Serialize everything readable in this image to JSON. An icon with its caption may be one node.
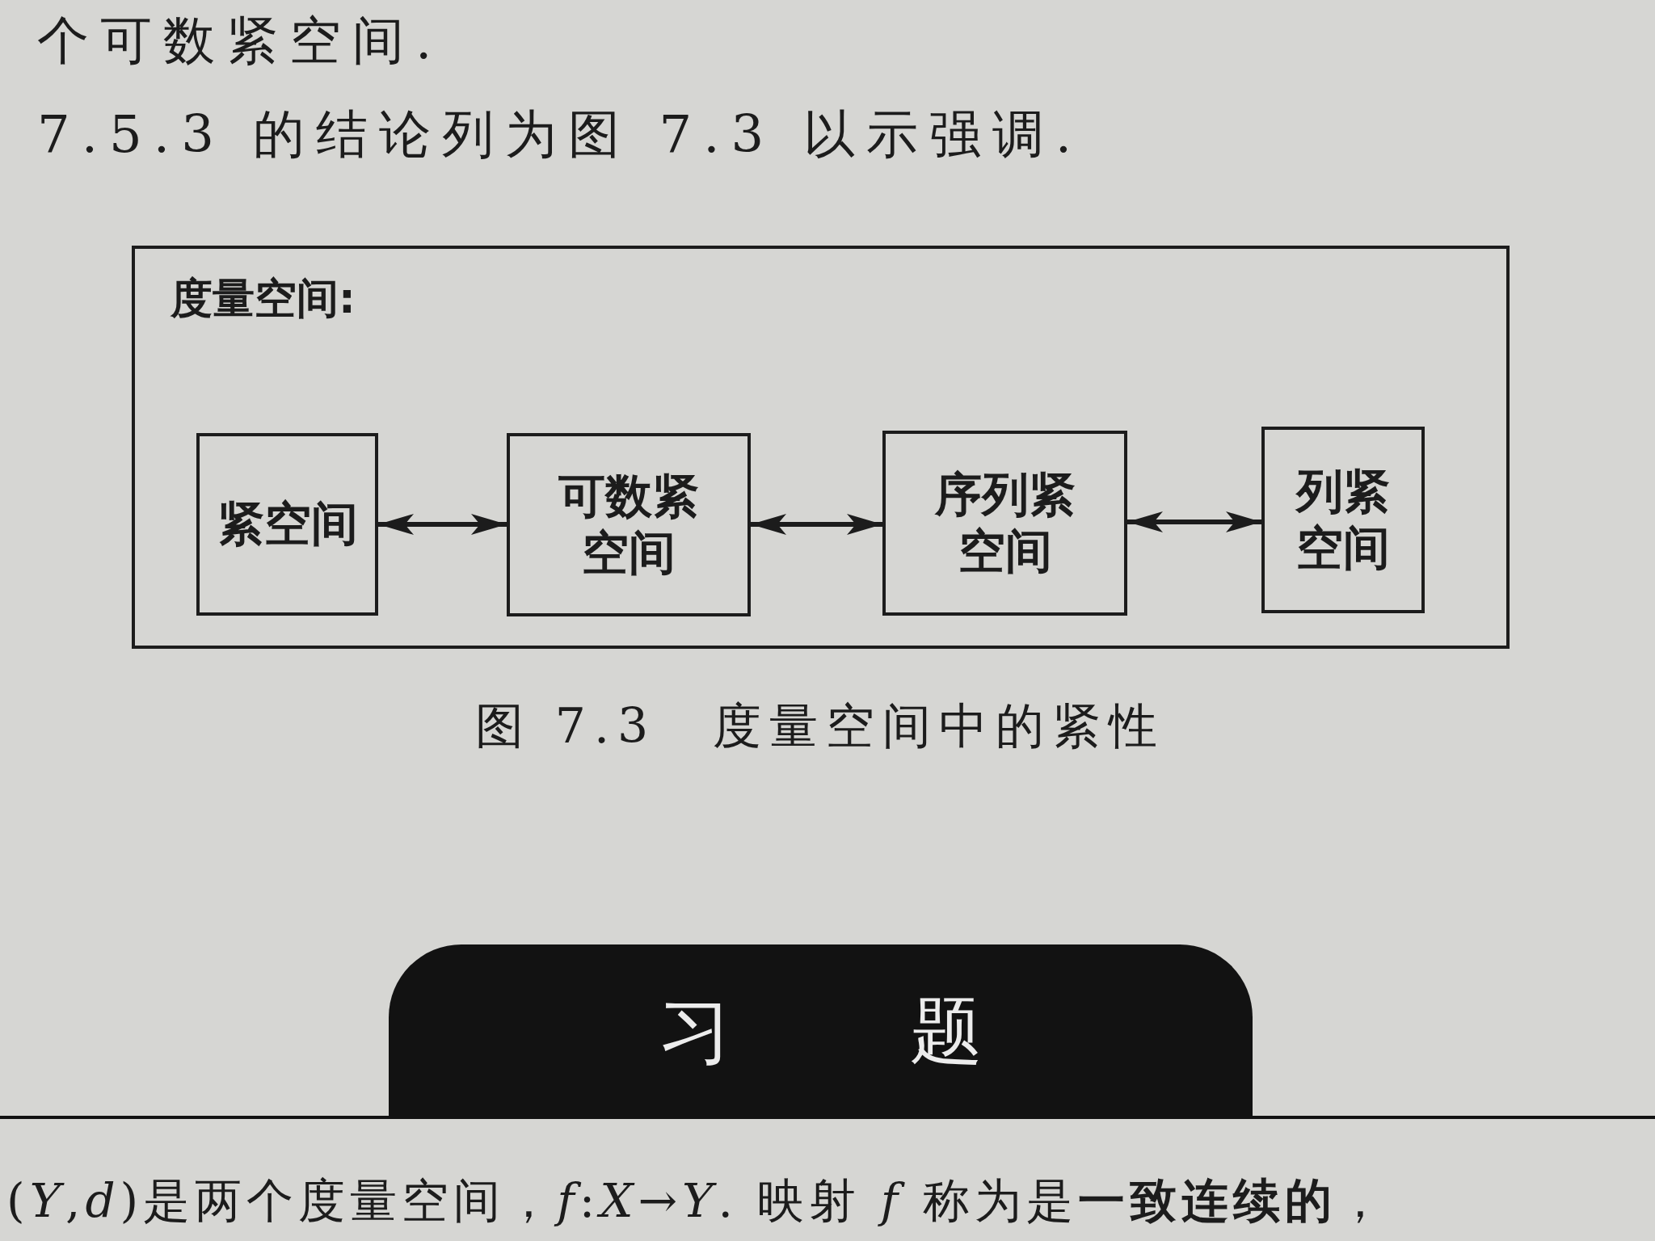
{
  "diagram": {
    "caption": "图 7.3　度量空间中的紧性",
    "nodes": [
      {
        "text": [
          "度量空间:"
        ]
      },
      {
        "text": [
          "紧空间"
        ],
        "in": 0
      },
      {
        "text": [
          "可数紧空间"
        ],
        "in": 0
      },
      {
        "text": [
          "序列紧空间"
        ],
        "in": 0
      },
      {
        "text": [
          "列紧空间"
        ],
        "in": 0
      },
      {
        "text": [
          "习 题"
        ]
      }
    ],
    "edges": [
      {
        "from": 1,
        "to": 2,
        "arrow": "both"
      },
      {
        "from": 2,
        "to": 3,
        "arrow": "both"
      },
      {
        "from": 3,
        "to": 4,
        "arrow": "both"
      }
    ],
    "labels": [
      "个可数紧空间.",
      "7.5.3 的结论列为图 7.3 以示强调.",
      "(*Y*,*d*)是两个度量空间，*f*:*X*→*Y*. 映射 *f* 称为是**一致连续的**，"
    ]
  }
}
